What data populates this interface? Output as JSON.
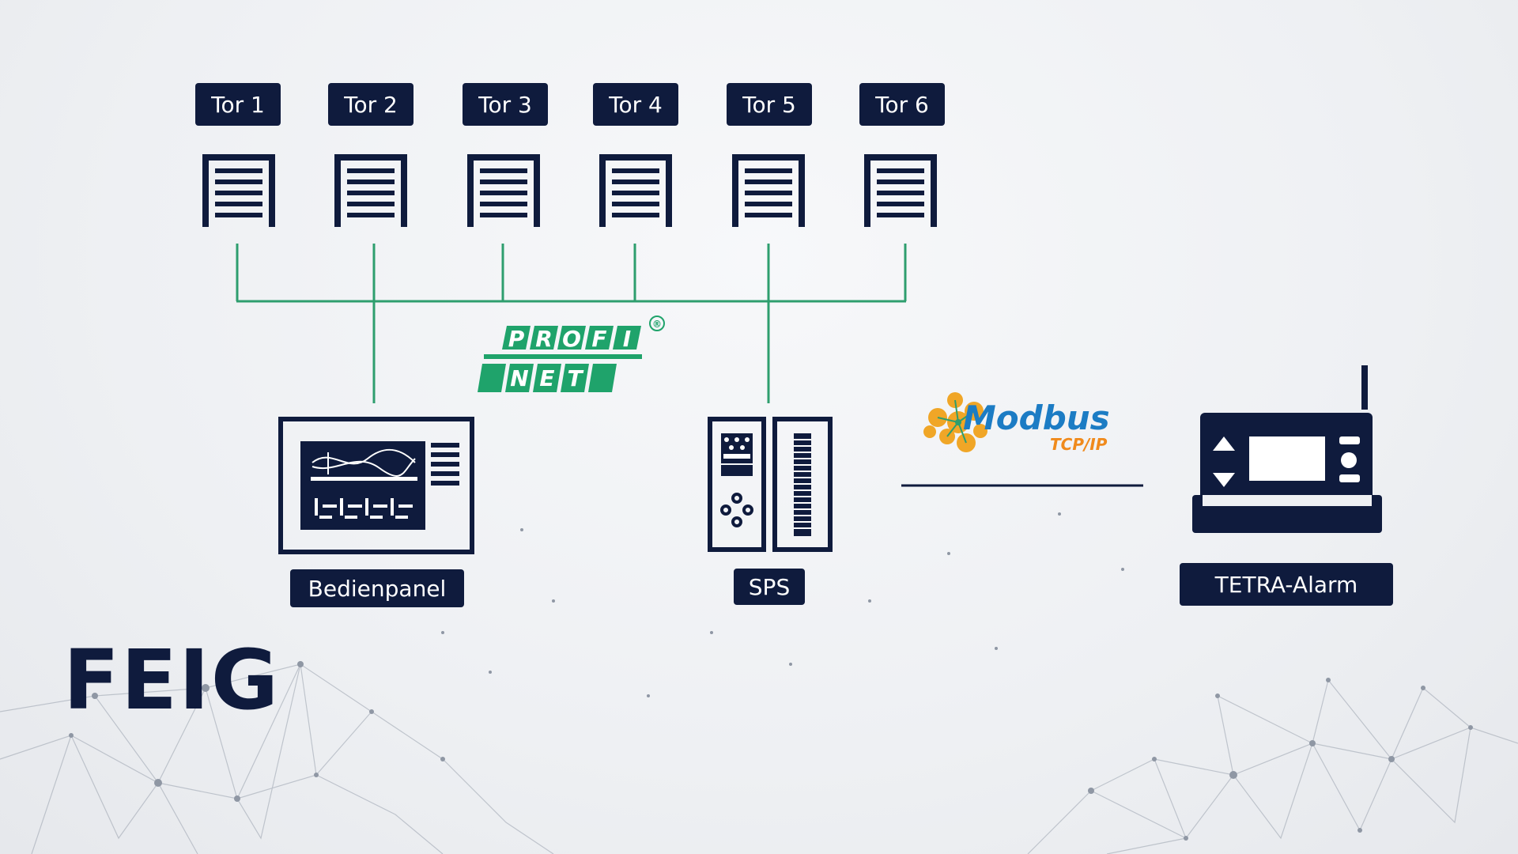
{
  "gates": [
    {
      "label": "Tor 1"
    },
    {
      "label": "Tor 2"
    },
    {
      "label": "Tor 3"
    },
    {
      "label": "Tor 4"
    },
    {
      "label": "Tor 5"
    },
    {
      "label": "Tor 6"
    }
  ],
  "devices": {
    "panel_label": "Bedienpanel",
    "plc_label": "SPS",
    "alarm_label": "TETRA-Alarm"
  },
  "logos": {
    "profinet_top": [
      "P",
      "R",
      "O",
      "F",
      "I"
    ],
    "profinet_bottom": [
      "N",
      "E",
      "T"
    ],
    "registered": "®",
    "modbus": "Modbus",
    "modbus_sub": "TCP/IP",
    "brand": "FEIG"
  },
  "colors": {
    "navy": "#0f1b3d",
    "network_green": "#2e9e6e",
    "profinet_green": "#1fa36b",
    "modbus_blue": "#1c7cc4",
    "modbus_orange": "#f08a1c"
  }
}
